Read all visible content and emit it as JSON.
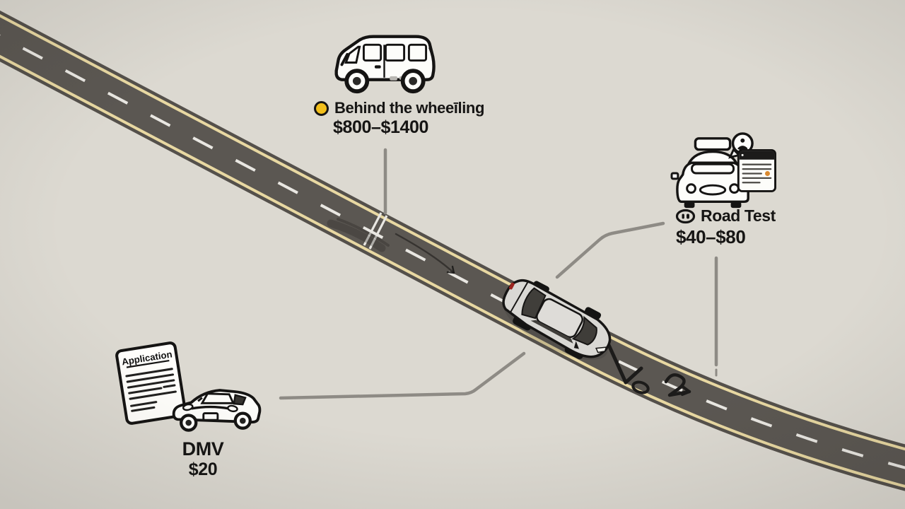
{
  "colors": {
    "background": "#dcd9d1",
    "asphalt": "#5b5752",
    "road_edge_stripe": "#e8d8a2",
    "lane_dash": "#e9e7e2",
    "connector_line": "#8e8b85",
    "text": "#161514",
    "lesson_bullet": "#f2bf1c",
    "checklist_accent": "#d9882f",
    "taillight_red": "#9b2420"
  },
  "lesson": {
    "bullet_icon": "yellow-dot-icon",
    "title": "Behind the wheeīling",
    "price": "$800–$1400",
    "icon": "minivan-icon"
  },
  "road_test": {
    "badge_icon": "oval-badge-icon",
    "title": "Road Test",
    "price": "$40–$80",
    "icons": [
      "driving-test-car-icon",
      "examiner-speech-bubble-icon",
      "test-checklist-icon"
    ]
  },
  "dmv": {
    "title": "DMV",
    "price": "$20",
    "form_title": "Application",
    "icons": [
      "application-form-icon",
      "dmv-sedan-icon"
    ]
  },
  "road_scene": {
    "vehicle": "silver-sedan-top-view",
    "markings": [
      "dashed-center-line",
      "yellow-edge-lines",
      "stop-lines",
      "skid-marks",
      "road-doodles"
    ]
  }
}
